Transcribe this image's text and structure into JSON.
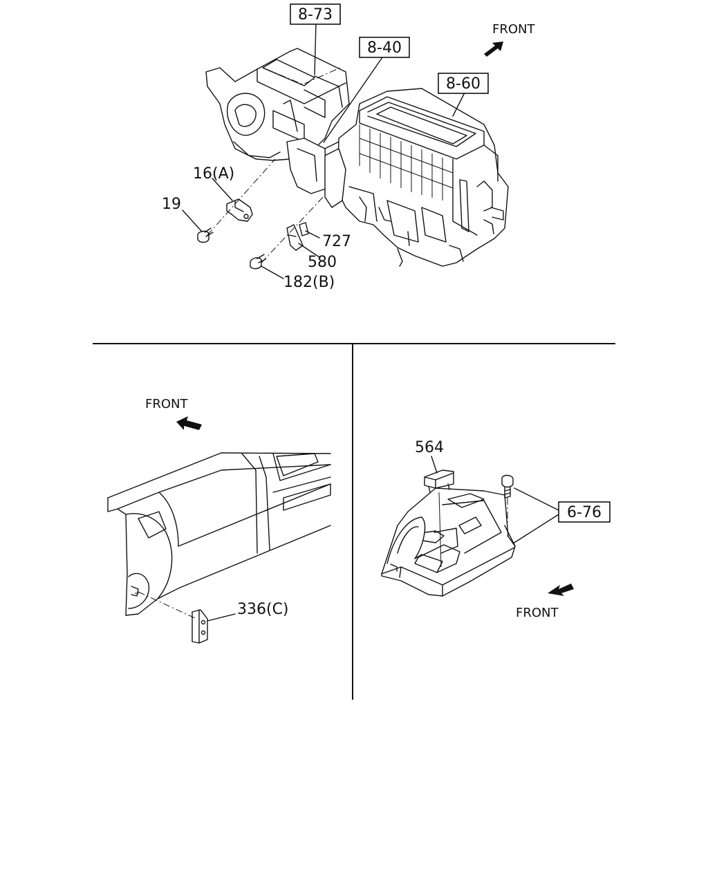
{
  "labels": {
    "top": {
      "ref_8_73": "8-73",
      "ref_8_40": "8-40",
      "ref_8_60": "8-60",
      "front": "FRONT",
      "part_16a": "16(A)",
      "part_19": "19",
      "part_727": "727",
      "part_580": "580",
      "part_182b": "182(B)"
    },
    "left": {
      "front": "FRONT",
      "part_336c": "336(C)"
    },
    "right": {
      "part_564": "564",
      "ref_6_76": "6-76",
      "front": "FRONT"
    }
  }
}
